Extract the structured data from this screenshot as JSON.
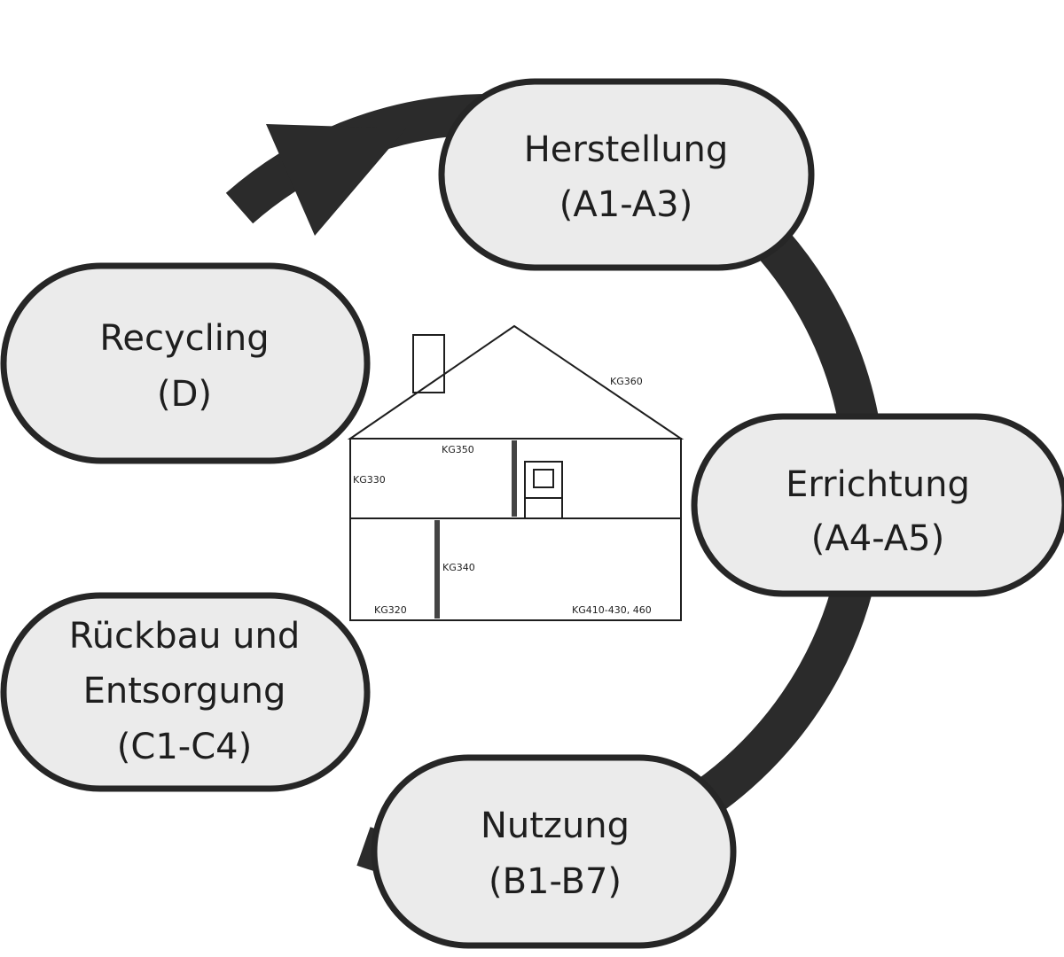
{
  "colors": {
    "cycle_ring": "#2b2b2b",
    "pill_fill": "#ebebeb",
    "pill_border": "#262626",
    "text": "#1e1e1e"
  },
  "stages": {
    "herstellung": {
      "line1": "Herstellung",
      "line2": "(A1-A3)"
    },
    "errichtung": {
      "line1": "Errichtung",
      "line2": "(A4-A5)"
    },
    "nutzung": {
      "line1": "Nutzung",
      "line2": "(B1-B7)"
    },
    "rueckbau": {
      "line1": "Rückbau und",
      "line2": "Entsorgung",
      "line3": "(C1-C4)"
    },
    "recycling": {
      "line1": "Recycling",
      "line2": "(D)"
    }
  },
  "house": {
    "labels": {
      "kg360": "KG360",
      "kg350": "KG350",
      "kg330": "KG330",
      "kg340": "KG340",
      "kg320": "KG320",
      "kg410": "KG410-430, 460"
    }
  }
}
